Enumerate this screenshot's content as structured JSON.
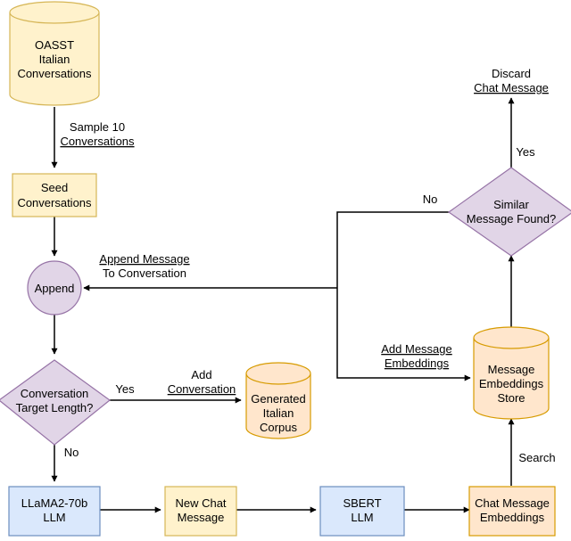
{
  "nodes": {
    "oasst": [
      "OASST",
      "Italian",
      "Conversations"
    ],
    "seed": [
      "Seed",
      "Conversations"
    ],
    "append": "Append",
    "target": [
      "Conversation",
      "Target Length?"
    ],
    "corpus": [
      "Generated",
      "Italian",
      "Corpus"
    ],
    "llama": [
      "LLaMA2-70b",
      "LLM"
    ],
    "newchat": [
      "New Chat",
      "Message"
    ],
    "sbert": [
      "SBERT",
      "LLM"
    ],
    "embeddings": [
      "Chat Message",
      "Embeddings"
    ],
    "store": [
      "Message",
      "Embeddings",
      "Store"
    ],
    "similar": [
      "Similar",
      "Message Found?"
    ],
    "discard": [
      "Discard",
      "Chat Message"
    ]
  },
  "edges": {
    "sample": [
      "Sample 10",
      "Conversations"
    ],
    "append_msg": [
      "Append Message",
      "To Conversation"
    ],
    "add_conv": [
      "Add",
      "Conversation"
    ],
    "add_emb": [
      "Add Message",
      "Embeddings"
    ],
    "yes_target": "Yes",
    "no_target": "No",
    "no_similar": "No",
    "yes_similar": "Yes",
    "search": "Search"
  }
}
